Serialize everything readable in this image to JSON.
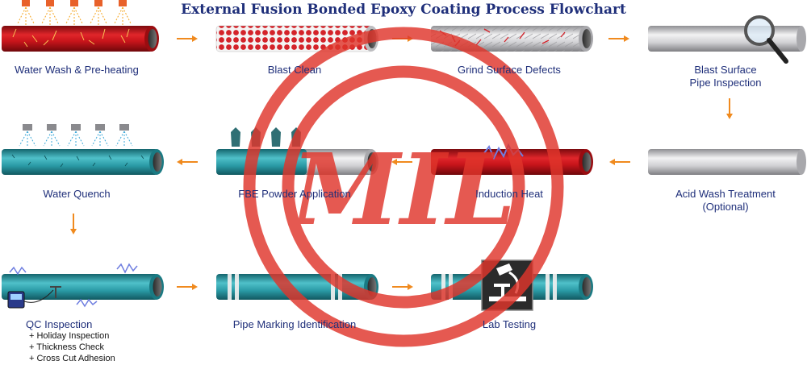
{
  "title": "External Fusion Bonded Epoxy Coating Process Flowchart",
  "watermark": {
    "text": "MIL",
    "color": "#e0352b"
  },
  "colors": {
    "title": "#1f2f7a",
    "arrow": "#f08a1e",
    "pipe_red": "#c8141b",
    "pipe_teal": "#2a9aa5",
    "pipe_grey": "#c9c9cb"
  },
  "steps": [
    {
      "id": "water-wash",
      "label": "Water Wash & Pre-heating"
    },
    {
      "id": "blast-clean",
      "label": "Blast Clean"
    },
    {
      "id": "grind",
      "label": "Grind Surface Defects"
    },
    {
      "id": "blast-inspect",
      "label_line1": "Blast Surface",
      "label_line2": "Pipe Inspection"
    },
    {
      "id": "acid-wash",
      "label_line1": "Acid Wash Treatment",
      "label_line2": "(Optional)"
    },
    {
      "id": "induction",
      "label": "Induction Heat"
    },
    {
      "id": "fbe",
      "label": "FBE Powder Application"
    },
    {
      "id": "quench",
      "label": "Water Quench"
    },
    {
      "id": "qc",
      "label": "QC Inspection",
      "items": [
        "+ Holiday Inspection",
        "+ Thickness Check",
        "+ Cross Cut Adhesion"
      ]
    },
    {
      "id": "marking",
      "label": "Pipe Marking Identification"
    },
    {
      "id": "lab",
      "label": "Lab Testing"
    }
  ],
  "icons": [
    "magnifier-icon",
    "microscope-icon",
    "sprayer-icon",
    "nozzle-icon",
    "gauge-icon"
  ]
}
